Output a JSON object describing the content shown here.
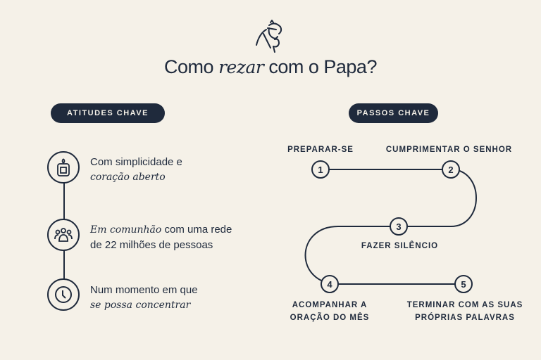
{
  "header": {
    "title_pre": "Como",
    "title_em": "rezar",
    "title_post": "com o Papa?",
    "logo": "praying-pope-icon"
  },
  "attitudes": {
    "label": "ATITUDES CHAVE",
    "items": [
      {
        "icon": "candle-icon",
        "a": "Com simplicidade e",
        "b": "coração aberto"
      },
      {
        "icon": "people-icon",
        "a": "Em comunhão",
        "b": " com uma rede",
        "c": "de 22 milhões de pessoas"
      },
      {
        "icon": "clock-icon",
        "a": "Num momento em que",
        "b": "se possa concentrar"
      }
    ]
  },
  "steps": {
    "label": "PASSOS CHAVE",
    "items": [
      {
        "n": "1",
        "label": "PREPARAR-SE"
      },
      {
        "n": "2",
        "label": "CUMPRIMENTAR O SENHOR"
      },
      {
        "n": "3",
        "label": "FAZER SILÊNCIO"
      },
      {
        "n": "4",
        "label1": "ACOMPANHAR A",
        "label2": "ORAÇÃO DO MÊS"
      },
      {
        "n": "5",
        "label1": "TERMINAR COM AS SUAS",
        "label2": "PRÓPRIAS PALAVRAS"
      }
    ]
  }
}
